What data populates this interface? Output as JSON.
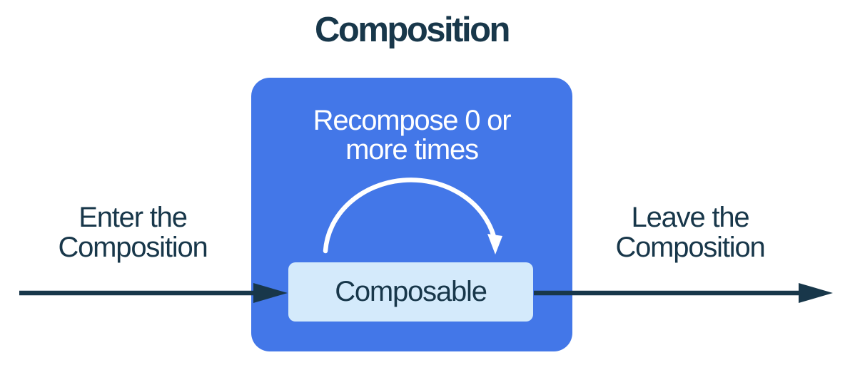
{
  "diagram": {
    "title": "Composition",
    "enter_label": "Enter the Composition",
    "leave_label": "Leave the Composition",
    "recompose_label": "Recompose 0 or more times",
    "composable_label": "Composable"
  },
  "colors": {
    "navy": "#18374A",
    "blue": "#4377E8",
    "light_blue": "#D4EAFB",
    "arc_white": "#FFFFFF",
    "background": "#FFFFFF"
  },
  "icons": {
    "enter_arrowhead": "right-arrowhead",
    "leave_arrowhead": "right-arrowhead",
    "recompose_arrowhead": "down-arrowhead"
  }
}
